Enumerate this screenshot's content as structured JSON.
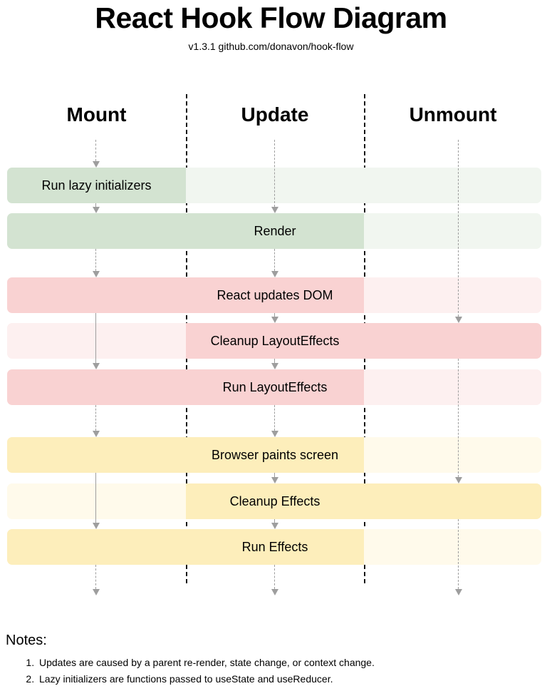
{
  "header": {
    "title": "React Hook Flow Diagram",
    "subtitle": "v1.3.1 github.com/donavon/hook-flow"
  },
  "columns": [
    {
      "label": "Mount"
    },
    {
      "label": "Update"
    },
    {
      "label": "Unmount"
    }
  ],
  "colors": {
    "green_active": "#d3e3d1",
    "green_inactive": "#f1f6f0",
    "pink_active": "#f9d2d2",
    "pink_inactive": "#fdf0f0",
    "yellow_active": "#fdeebb",
    "yellow_inactive": "#fffaeb",
    "arrow": "#9e9e9e",
    "divider": "#111111"
  },
  "rows": [
    {
      "label": "Run lazy initializers",
      "label_column": 0,
      "group": "green",
      "active": [
        true,
        false,
        false
      ]
    },
    {
      "label": "Render",
      "label_column": 1,
      "group": "green",
      "active": [
        true,
        true,
        false
      ]
    },
    {
      "label": "React updates DOM",
      "label_column": 1,
      "group": "pink",
      "active": [
        true,
        true,
        false
      ]
    },
    {
      "label": "Cleanup LayoutEffects",
      "label_column": 1,
      "group": "pink",
      "active": [
        false,
        true,
        true
      ]
    },
    {
      "label": "Run LayoutEffects",
      "label_column": 1,
      "group": "pink",
      "active": [
        true,
        true,
        false
      ]
    },
    {
      "label": "Browser paints screen",
      "label_column": 1,
      "group": "yellow",
      "active": [
        true,
        true,
        false
      ]
    },
    {
      "label": "Cleanup Effects",
      "label_column": 1,
      "group": "yellow",
      "active": [
        false,
        true,
        true
      ]
    },
    {
      "label": "Run Effects",
      "label_column": 1,
      "group": "yellow",
      "active": [
        true,
        true,
        false
      ]
    }
  ],
  "notes": {
    "heading": "Notes:",
    "items": [
      "Updates are caused by a parent re-render, state change, or context change.",
      "Lazy initializers are functions passed to useState and useReducer."
    ]
  }
}
